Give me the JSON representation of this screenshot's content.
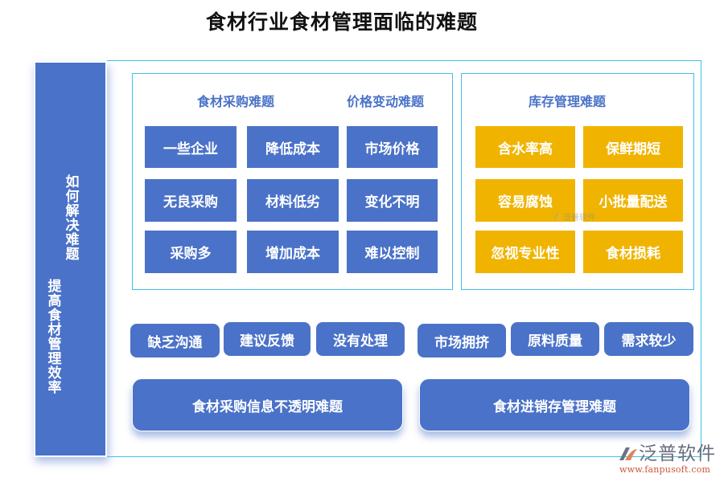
{
  "title": "食材行业食材管理面临的难题",
  "sidebar": {
    "column1": "如何解决难题",
    "column2": "提高食材管理效率"
  },
  "left_panel": {
    "headings": [
      "食材采购难题",
      "价格变动难题"
    ],
    "cells": [
      [
        "一些企业",
        "降低成本",
        "市场价格"
      ],
      [
        "无良采购",
        "材料低劣",
        "变化不明"
      ],
      [
        "采购多",
        "增加成本",
        "难以控制"
      ]
    ]
  },
  "right_panel": {
    "heading": "库存管理难题",
    "cells": [
      [
        "含水率高",
        "保鲜期短"
      ],
      [
        "容易腐蚀",
        "小批量配送"
      ],
      [
        "忽视专业性",
        "食材损耗"
      ]
    ]
  },
  "pills": [
    "缺乏沟通",
    "建议反馈",
    "没有处理",
    "市场拥挤",
    "原料质量",
    "需求较少"
  ],
  "bottom_buttons": [
    "食材采购信息不透明难题",
    "食材进销存管理难题"
  ],
  "watermark": {
    "name": "泛普软件",
    "url": "www.fanpusoft.com"
  },
  "colors": {
    "blue": "#4A72C8",
    "yellow": "#F0B400",
    "frame": "#3FC1EA",
    "brand_orange": "#E0845A",
    "brand_gray": "#666E80"
  }
}
